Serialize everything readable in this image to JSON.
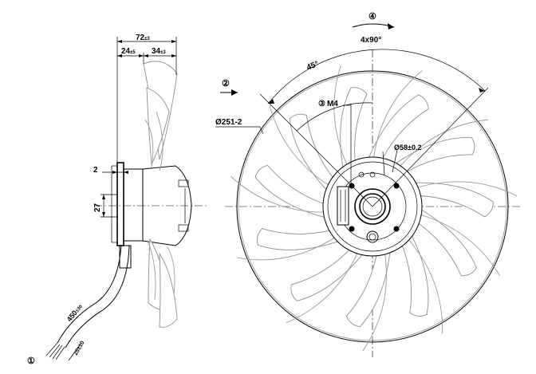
{
  "side_view": {
    "total_width": "72",
    "total_width_tol": "±3",
    "hub_width": "24",
    "hub_width_tol": "±5",
    "blade_width": "34",
    "blade_width_tol": "±3",
    "flange_gap": "2",
    "shaft_height": "27",
    "cable_length": "450",
    "cable_length_tol": "±30",
    "lead_end": "25±10",
    "label_cable": "①"
  },
  "front_view": {
    "rotation_label": "④",
    "airflow_label": "②",
    "thread_label": "③",
    "thread_value": "M4",
    "hole_pattern": "4x90°",
    "angle": "45°",
    "fan_diameter": "Ø251-2",
    "bolt_circle": "Ø58±0.2"
  }
}
